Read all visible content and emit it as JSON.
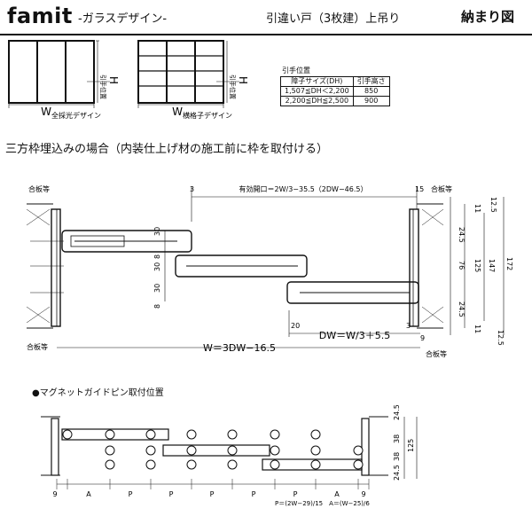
{
  "header": {
    "brand": "famit",
    "series": "-ガラスデザイン-",
    "door_type": "引違い戸（3枚建）上吊り",
    "drawing_name": "納まり図"
  },
  "thumbnails": [
    {
      "caption": "全採光デザイン",
      "width_label": "W",
      "height_label": "H",
      "pull_label": "引手位置"
    },
    {
      "caption": "横格子デザイン",
      "width_label": "W",
      "height_label": "H",
      "pull_label": "引手位置"
    }
  ],
  "pull_table": {
    "title": "引手位置",
    "headers": [
      "障子サイズ(DH)",
      "引手高さ"
    ],
    "rows": [
      [
        "1,507≦DH＜2,200",
        "850"
      ],
      [
        "2,200≦DH≦2,500",
        "900"
      ]
    ]
  },
  "section_title": "三方枠埋込みの場合（内装仕上げ材の施工前に枠を取付ける）",
  "plan": {
    "left_labels": [
      "合板等",
      "合板等"
    ],
    "right_labels": [
      "合板等",
      "合板等"
    ],
    "top_dims": [
      "3",
      "有効開口＝2W/3−35.5（2DW−46.5）",
      "15"
    ],
    "right_dims": [
      "12.5",
      "11",
      "24.5",
      "76",
      "125",
      "147",
      "172",
      "24.5",
      "11",
      "12.5"
    ],
    "left_dims": [
      "30",
      "8",
      "30",
      "30",
      "8"
    ],
    "bottom_dims": [
      "20",
      "3",
      "DW＝W/3＋5.5",
      "9",
      "W＝3DW−16.5"
    ]
  },
  "magnet_section": {
    "title": "●マグネットガイドピン取付位置",
    "bottom_labels": [
      "9",
      "A",
      "P",
      "P",
      "P",
      "P",
      "P",
      "A",
      "9"
    ],
    "right_dims": [
      "24.5",
      "38",
      "38",
      "125",
      "24.5"
    ],
    "formula": "P＝(2W−29)/15　A＝(W−25)/6"
  }
}
